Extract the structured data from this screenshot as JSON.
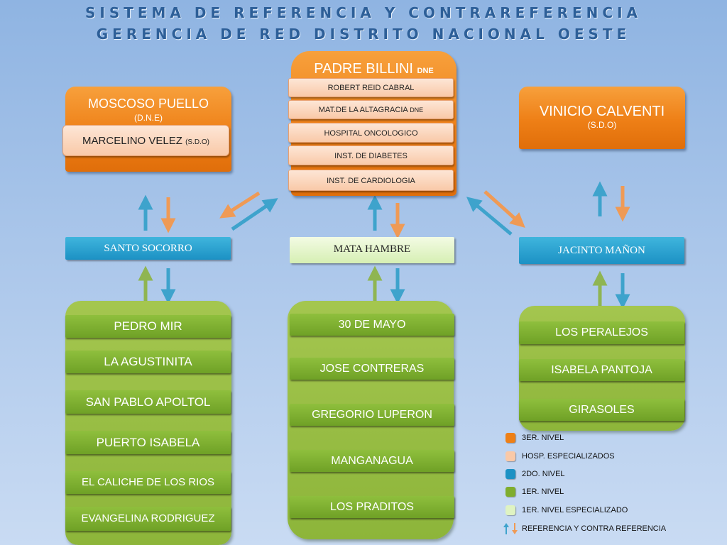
{
  "title": {
    "line1": "SISTEMA DE REFERENCIA Y CONTRAREFERENCIA",
    "line2": "GERENCIA DE RED DISTRITO NACIONAL OESTE"
  },
  "third_level": {
    "left": {
      "name": "MOSCOSO PUELLO",
      "sub": "(D.N.E)",
      "attached": {
        "name": "MARCELINO VELEZ",
        "sub": "(S.D.O)"
      }
    },
    "center": {
      "name": "PADRE BILLINI",
      "sub": "DNE",
      "specialized": [
        {
          "name": "ROBERT REID CABRAL",
          "sub": ""
        },
        {
          "name": "MAT.DE LA ALTAGRACIA",
          "sub": "DNE"
        },
        {
          "name": "HOSPITAL ONCOLOGICO",
          "sub": ""
        },
        {
          "name": "INST. DE DIABETES",
          "sub": ""
        },
        {
          "name": "INST. DE CARDIOLOGIA",
          "sub": ""
        }
      ]
    },
    "right": {
      "name": "VINICIO CALVENTI",
      "sub": "(S.D.O)"
    }
  },
  "second_level": {
    "left": "SANTO SOCORRO",
    "center": "MATA HAMBRE",
    "right": "JACINTO MAÑON"
  },
  "first_level": {
    "left": [
      "PEDRO MIR",
      "LA AGUSTINITA",
      "SAN PABLO APOLTOL",
      "PUERTO ISABELA",
      "EL CALICHE DE LOS RIOS",
      "EVANGELINA RODRIGUEZ"
    ],
    "center": [
      "30 DE MAYO",
      "JOSE CONTRERAS",
      "GREGORIO LUPERON",
      "MANGANAGUA",
      "LOS PRADITOS"
    ],
    "right": [
      "LOS PERALEJOS",
      "ISABELA PANTOJA",
      "GIRASOLES"
    ]
  },
  "legend": [
    {
      "label": "3ER. NIVEL",
      "color": "#ee7f16"
    },
    {
      "label": "HOSP. ESPECIALIZADOS",
      "color": "#f9c9a8"
    },
    {
      "label": "2DO. NIVEL",
      "color": "#1c91c4"
    },
    {
      "label": "1ER. NIVEL",
      "color": "#7fad2e"
    },
    {
      "label": "1ER. NIVEL ESPECIALIZADO",
      "color": "#dff3c2"
    },
    {
      "label": "REFERENCIA Y CONTRA REFERENCIA",
      "color": ""
    }
  ],
  "colors": {
    "arrow_blue": "#3ea3cc",
    "arrow_orange": "#ef9a55",
    "arrow_green": "#8fb552"
  }
}
